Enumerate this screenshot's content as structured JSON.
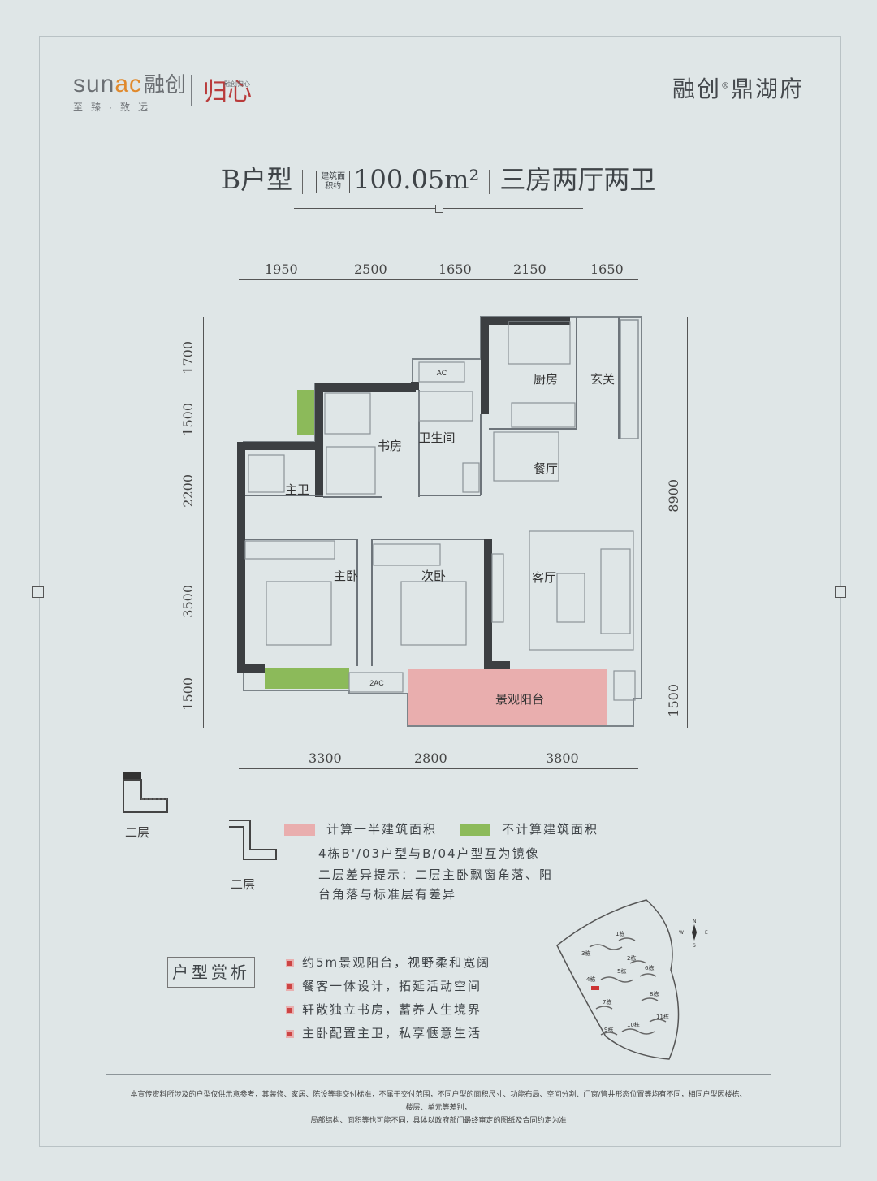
{
  "brand": {
    "en_prefix": "sun",
    "en_accent": "ac",
    "cn": "融创",
    "slogan": "至臻·致远",
    "seal_char": "归心",
    "seal_small": "融创归心"
  },
  "project": {
    "name_a": "融创",
    "reg": "®",
    "name_b": "鼎湖府"
  },
  "title": {
    "type": "B户型",
    "area_prefix": "建筑面积约",
    "area": "100.05m²",
    "layout": "三房两厅两卫"
  },
  "dims": {
    "top": [
      "1950",
      "2500",
      "1650",
      "2150",
      "1650"
    ],
    "left": [
      "1700",
      "1500",
      "2200",
      "3500",
      "1500"
    ],
    "right": [
      "8900",
      "1500"
    ],
    "bottom": [
      "3300",
      "2800",
      "3800"
    ]
  },
  "rooms": {
    "kitchen": "厨房",
    "entry": "玄关",
    "study": "书房",
    "bath": "卫生间",
    "dining": "餐厅",
    "master_bath": "主卫",
    "master_bed": "主卧",
    "second_bed": "次卧",
    "living": "客厅",
    "balcony": "景观阳台",
    "ac": "AC",
    "ac2": "2AC"
  },
  "floor_label": "二层",
  "legend": {
    "half": "计算一半建筑面积",
    "none": "不计算建筑面积",
    "half_color": "#e9aeae",
    "none_color": "#8cba5a"
  },
  "notes": [
    "4栋B'/03户型与B/04户型互为镜像",
    "二层差异提示：二层主卧飘窗角落、阳",
    "台角落与标准层有差异"
  ],
  "analysis": {
    "title": "户型赏析",
    "items": [
      "约5m景观阳台，视野柔和宽阔",
      "餐客一体设计，拓延活动空间",
      "轩敞独立书房，蓄养人生境界",
      "主卧配置主卫，私享惬意生活"
    ]
  },
  "site": {
    "buildings": [
      "1栋",
      "2栋",
      "3栋",
      "4栋",
      "5栋",
      "6栋",
      "7栋",
      "8栋",
      "9栋",
      "10栋",
      "11栋"
    ],
    "compass": {
      "n": "N",
      "s": "S",
      "e": "E",
      "w": "W"
    }
  },
  "footer": {
    "line1": "本宣传资料所涉及的户型仅供示意参考，其装修、家居、陈设等非交付标准，不属于交付范围，不同户型的面积尺寸、功能布局、空间分割、门窗/管井形态位置等均有不同，相同户型因楼栋、楼层、单元等差别，",
    "line2": "局部结构、面积等也可能不同，具体以政府部门最终审定的图纸及合同约定为准"
  }
}
